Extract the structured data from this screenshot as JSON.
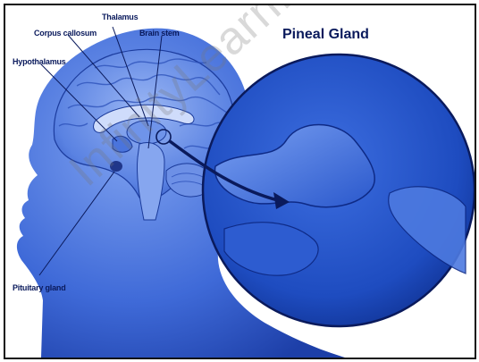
{
  "title": "Pineal Gland",
  "labels": {
    "thalamus": "Thalamus",
    "corpus_callosum": "Corpus callosum",
    "brain_stem": "Brain stem",
    "hypothalamus": "Hypothalamus",
    "pituitary_gland": "Pituitary gland"
  },
  "watermark": "InfinityLearn.com",
  "colors": {
    "background": "#ffffff",
    "head_blue": "#3a66d8",
    "brain_blue": "#5f86e6",
    "deep_blue": "#0e2a86",
    "label_text": "#0a1a5c"
  }
}
